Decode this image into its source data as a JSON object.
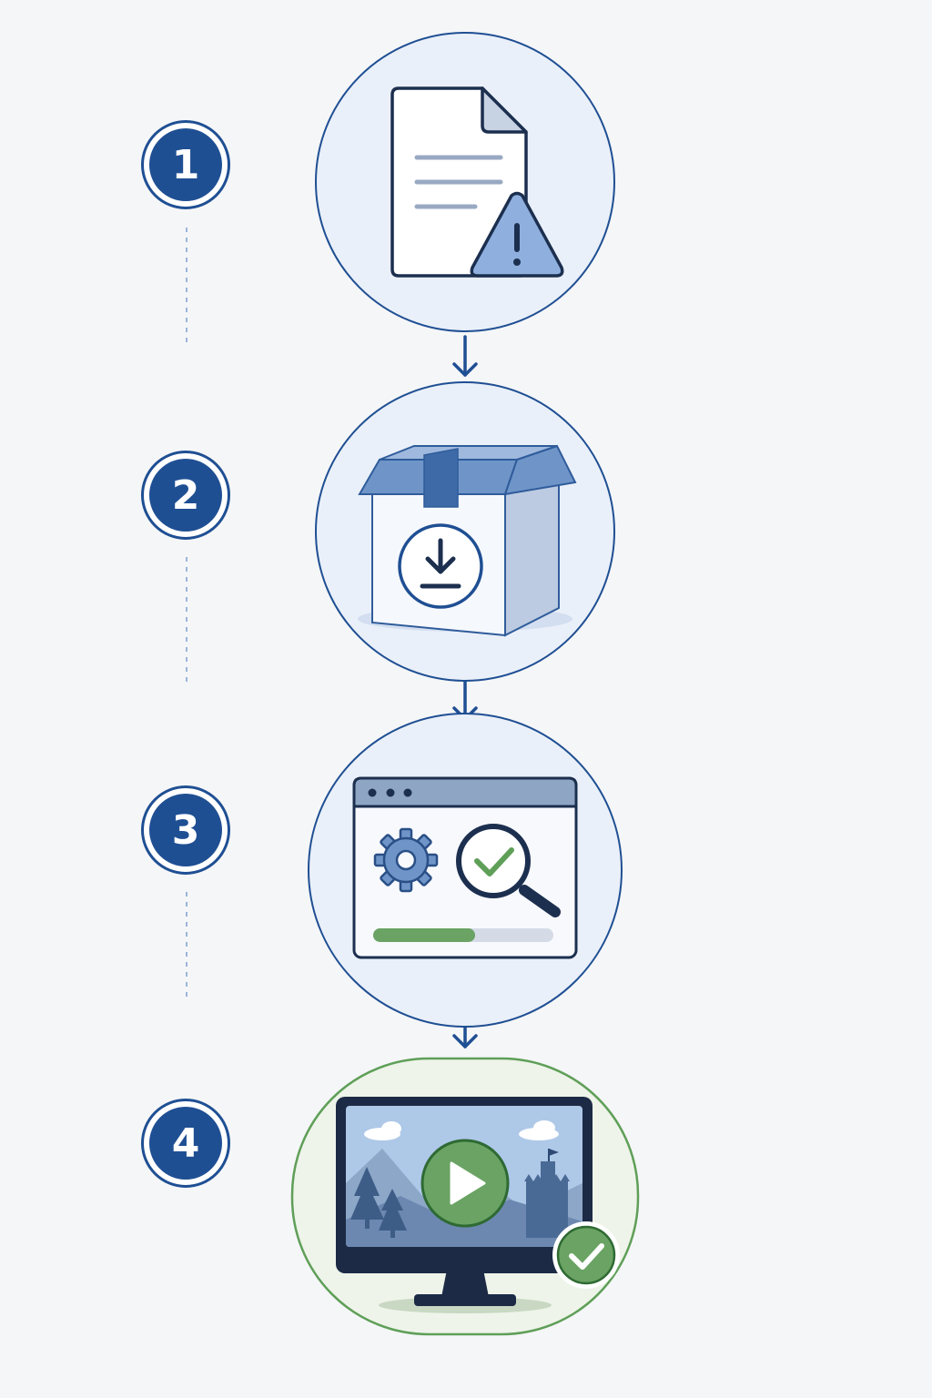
{
  "steps": [
    {
      "number": "1",
      "icon": "document-warning-icon"
    },
    {
      "number": "2",
      "icon": "package-download-icon"
    },
    {
      "number": "3",
      "icon": "settings-verify-progress-icon"
    },
    {
      "number": "4",
      "icon": "monitor-play-check-icon"
    }
  ],
  "colors": {
    "primary": "#1f4f93",
    "circle_fill": "#eaf0f9",
    "accent_blue": "#6f95c8",
    "light_blue": "#9db5d8",
    "success_green": "#5f9f58",
    "success_fill": "#eef4ea",
    "background": "#f5f6f8"
  }
}
